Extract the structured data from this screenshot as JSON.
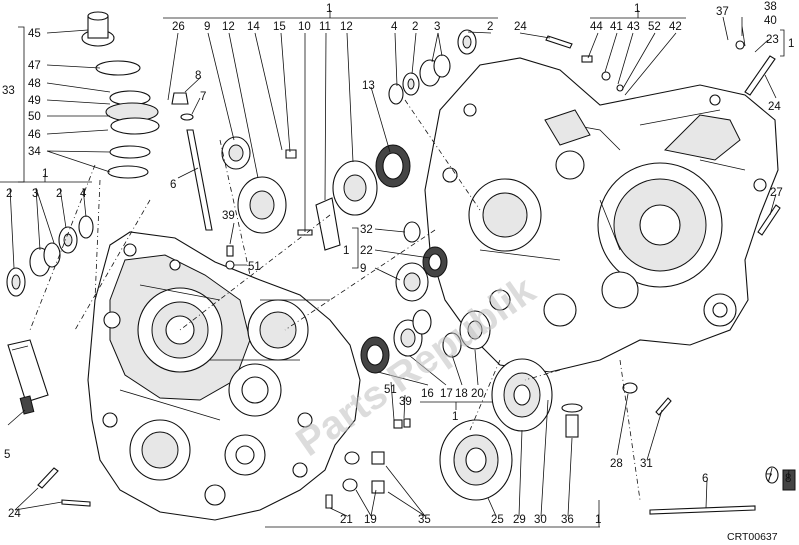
{
  "diagram": {
    "drawing_code": "CRT00637",
    "watermark": "Parts Republik",
    "callouts": [
      {
        "text": "1"
      },
      {
        "text": "26"
      },
      {
        "text": "9"
      },
      {
        "text": "12"
      },
      {
        "text": "14"
      },
      {
        "text": "15"
      },
      {
        "text": "10"
      },
      {
        "text": "11"
      },
      {
        "text": "12"
      },
      {
        "text": "4"
      },
      {
        "text": "2"
      },
      {
        "text": "3"
      },
      {
        "text": "2"
      },
      {
        "text": "24"
      },
      {
        "text": "1"
      },
      {
        "text": "44"
      },
      {
        "text": "41"
      },
      {
        "text": "43"
      },
      {
        "text": "52"
      },
      {
        "text": "42"
      },
      {
        "text": "37"
      },
      {
        "text": "38"
      },
      {
        "text": "40"
      },
      {
        "text": "23"
      },
      {
        "text": "1"
      },
      {
        "text": "24"
      },
      {
        "text": "45"
      },
      {
        "text": "33"
      },
      {
        "text": "47"
      },
      {
        "text": "48"
      },
      {
        "text": "49"
      },
      {
        "text": "50"
      },
      {
        "text": "46"
      },
      {
        "text": "34"
      },
      {
        "text": "8"
      },
      {
        "text": "7"
      },
      {
        "text": "13"
      },
      {
        "text": "6"
      },
      {
        "text": "1"
      },
      {
        "text": "2"
      },
      {
        "text": "3"
      },
      {
        "text": "2"
      },
      {
        "text": "4"
      },
      {
        "text": "39"
      },
      {
        "text": "51"
      },
      {
        "text": "32"
      },
      {
        "text": "1"
      },
      {
        "text": "22"
      },
      {
        "text": "9"
      },
      {
        "text": "27"
      },
      {
        "text": "16"
      },
      {
        "text": "17"
      },
      {
        "text": "18"
      },
      {
        "text": "20"
      },
      {
        "text": "1"
      },
      {
        "text": "51"
      },
      {
        "text": "39"
      },
      {
        "text": "5"
      },
      {
        "text": "28"
      },
      {
        "text": "31"
      },
      {
        "text": "6"
      },
      {
        "text": "7"
      },
      {
        "text": "8"
      },
      {
        "text": "24"
      },
      {
        "text": "21"
      },
      {
        "text": "19"
      },
      {
        "text": "35"
      },
      {
        "text": "25"
      },
      {
        "text": "29"
      },
      {
        "text": "30"
      },
      {
        "text": "36"
      },
      {
        "text": "1"
      }
    ]
  }
}
